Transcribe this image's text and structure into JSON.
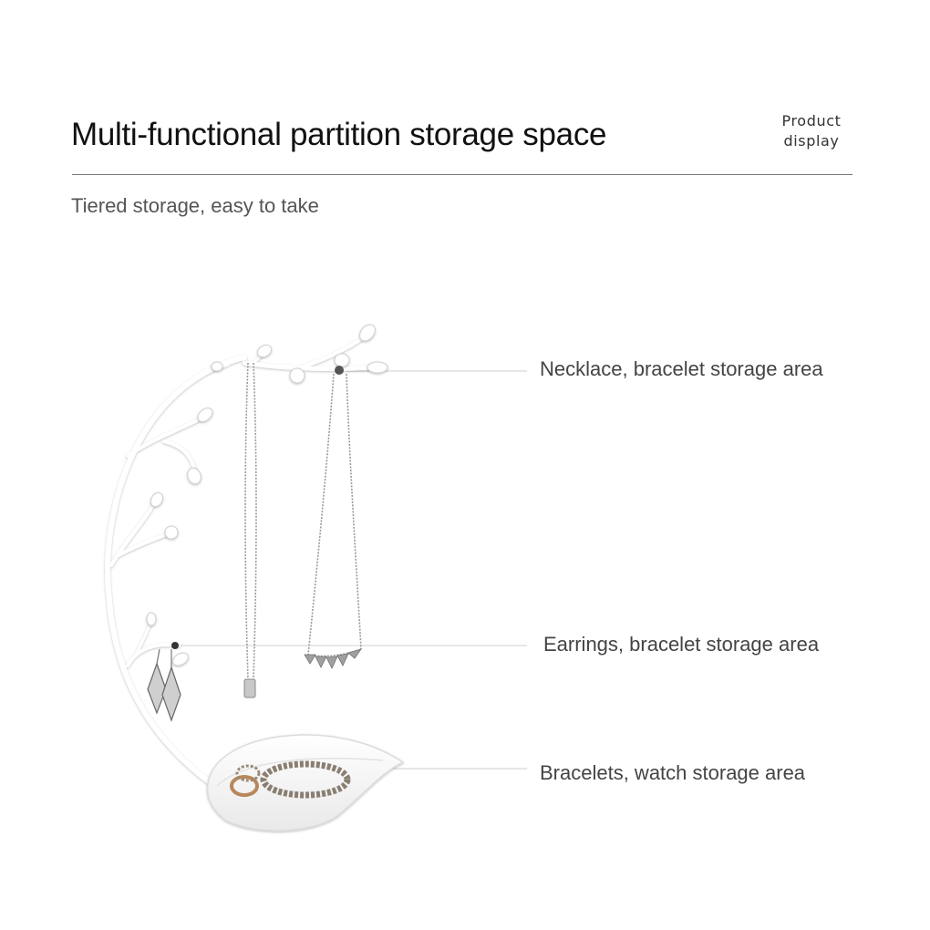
{
  "header": {
    "title": "Multi-functional partition storage space",
    "tag_line1": "Product",
    "tag_line2": "display",
    "subtitle": "Tiered storage, easy to take"
  },
  "callouts": [
    "Necklace, bracelet storage area",
    "Earrings, bracelet storage area",
    "Bracelets, watch storage area"
  ],
  "colors": {
    "title": "#111111",
    "subtitle": "#555555",
    "rule": "#777777",
    "stand": "#ffffff",
    "metal": "#9a9a9a"
  }
}
